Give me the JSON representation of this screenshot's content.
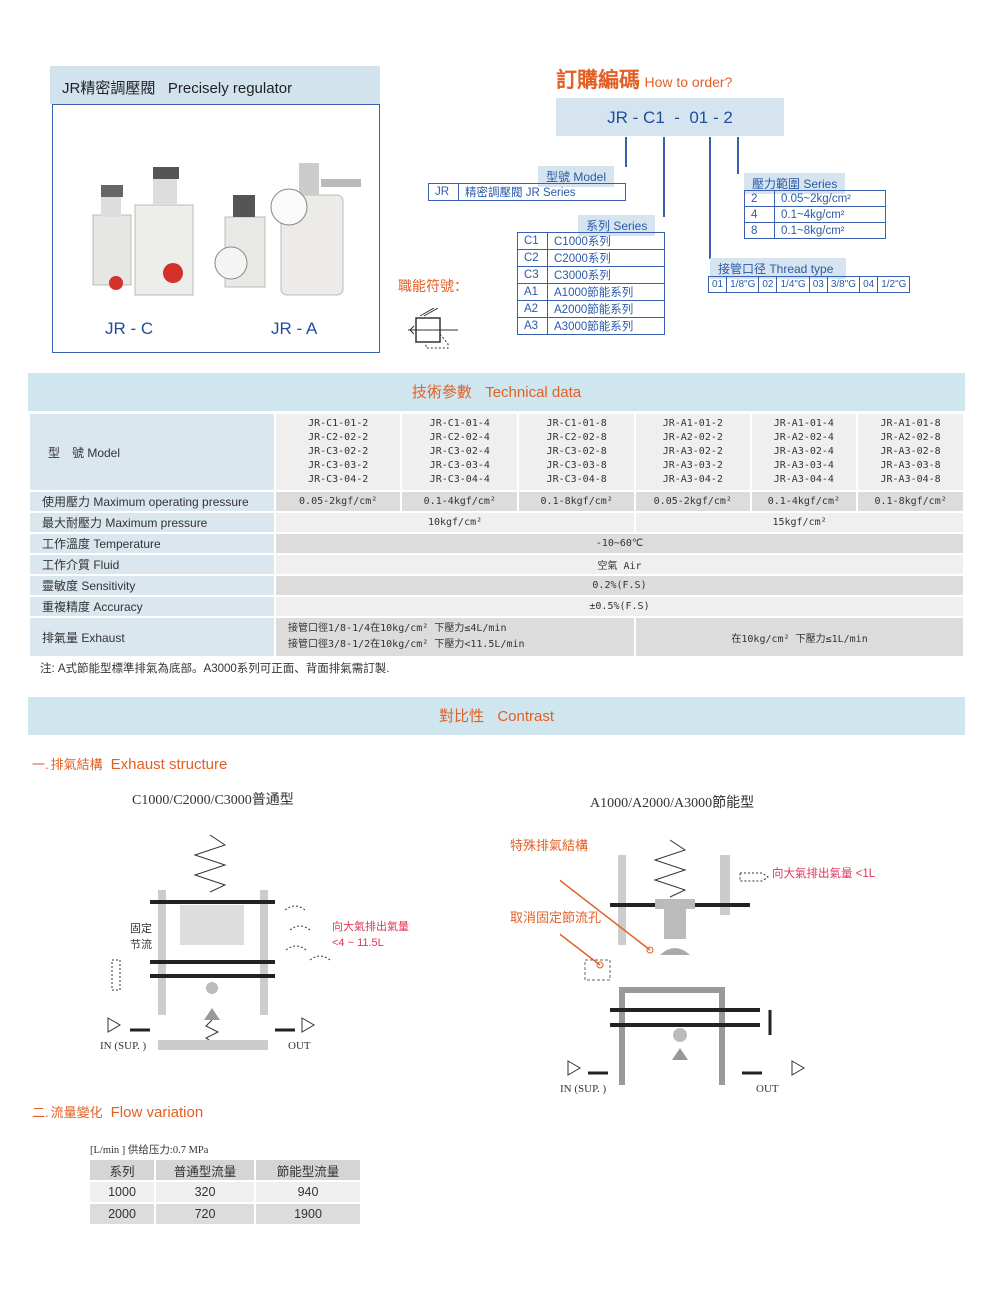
{
  "product": {
    "title_cn": "JR精密調壓閥",
    "title_en": "Precisely regulator",
    "label_c": "JR - C",
    "label_a": "JR - A"
  },
  "order": {
    "title_cn": "訂購編碼",
    "title_en": "How to order?",
    "code": "JR - C1  -  01 - 2",
    "model": {
      "tab": "型號 Model",
      "code": "JR",
      "desc": "精密調壓閥 JR Series"
    },
    "series": {
      "tab": "系列 Series",
      "rows": [
        [
          "C1",
          "C1000系列"
        ],
        [
          "C2",
          "C2000系列"
        ],
        [
          "C3",
          "C3000系列"
        ],
        [
          "A1",
          "A1000節能系列"
        ],
        [
          "A2",
          "A2000節能系列"
        ],
        [
          "A3",
          "A3000節能系列"
        ]
      ]
    },
    "pressure": {
      "tab": "壓力範圍 Series",
      "rows": [
        [
          "2",
          "0.05~2kg/cm²"
        ],
        [
          "4",
          "0.1~4kg/cm²"
        ],
        [
          "8",
          "0.1~8kg/cm²"
        ]
      ]
    },
    "thread": {
      "tab": "接管口径 Thread type",
      "cells": [
        "01",
        "1/8\"G",
        "02",
        "1/4\"G",
        "03",
        "3/8\"G",
        "04",
        "1/2\"G"
      ]
    },
    "symbol_label": "職能符號："
  },
  "tech": {
    "title_cn": "技術參數",
    "title_en": "Technical data",
    "model_label": "型　號 Model",
    "models": [
      [
        "JR-C1-01-2",
        "JR-C2-02-2",
        "JR-C3-02-2",
        "JR-C3-03-2",
        "JR-C3-04-2"
      ],
      [
        "JR-C1-01-4",
        "JR-C2-02-4",
        "JR-C3-02-4",
        "JR-C3-03-4",
        "JR-C3-04-4"
      ],
      [
        "JR-C1-01-8",
        "JR-C2-02-8",
        "JR-C3-02-8",
        "JR-C3-03-8",
        "JR-C3-04-8"
      ],
      [
        "JR-A1-01-2",
        "JR-A2-02-2",
        "JR-A3-02-2",
        "JR-A3-03-2",
        "JR-A3-04-2"
      ],
      [
        "JR-A1-01-4",
        "JR-A2-02-4",
        "JR-A3-02-4",
        "JR-A3-03-4",
        "JR-A3-04-4"
      ],
      [
        "JR-A1-01-8",
        "JR-A2-02-8",
        "JR-A3-02-8",
        "JR-A3-03-8",
        "JR-A3-04-8"
      ]
    ],
    "op_label": "使用壓力 Maximum operating pressure",
    "op": [
      "0.05-2kgf/cm²",
      "0.1-4kgf/cm²",
      "0.1-8kgf/cm²",
      "0.05-2kgf/cm²",
      "0.1-4kgf/cm²",
      "0.1-8kgf/cm²"
    ],
    "max_label": "最大耐壓力  Maximum pressure",
    "max": [
      "10kgf/cm²",
      "15kgf/cm²"
    ],
    "temp_label": "工作溫度  Temperature",
    "temp": "-10~60℃",
    "fluid_label": "工作介質  Fluid",
    "fluid": "空氣 Air",
    "sens_label": "靈敏度  Sensitivity",
    "sens": "0.2%(F.S)",
    "acc_label": "重複精度  Accuracy",
    "acc": "±0.5%(F.S)",
    "exh_label": "排氣量  Exhaust",
    "exh_c1": "接管口徑1/8-1/4在10kg/cm² 下壓力≤4L/min",
    "exh_c2": "接管口徑3/8-1/2在10kg/cm² 下壓力<11.5L/min",
    "exh_a": "在10kg/cm² 下壓力≤1L/min",
    "note": "注: A式節能型標準排氣為底部。A3000系列可正面、背面排氣需訂製."
  },
  "contrast": {
    "title_cn": "對比性",
    "title_en": "Contrast",
    "s1_num": "一.",
    "s1_cn": "排氣結構",
    "s1_en": "Exhaust structure",
    "left_title": "C1000/C2000/C3000普通型",
    "left_fixed1": "固定",
    "left_fixed2": "节流",
    "left_out1": "向大氣排出氣量",
    "left_out2": "<4 ~ 11.5L",
    "in": "IN (SUP.  )",
    "out": "OUT",
    "right_title": "A1000/A2000/A3000節能型",
    "right_special": "特殊排氣結構",
    "right_cancel": "取消固定節流孔",
    "right_out": "向大氣排出氣量 <1L",
    "s2_num": "二.",
    "s2_cn": "流量變化",
    "s2_en": "Flow variation",
    "flow_caption": "[L/min ] 供给压力:0.7 MPa",
    "flow_headers": [
      "系列",
      "普通型流量",
      "節能型流量"
    ],
    "flow_rows": [
      [
        "1000",
        "320",
        "940"
      ],
      [
        "2000",
        "720",
        "1900"
      ]
    ]
  }
}
